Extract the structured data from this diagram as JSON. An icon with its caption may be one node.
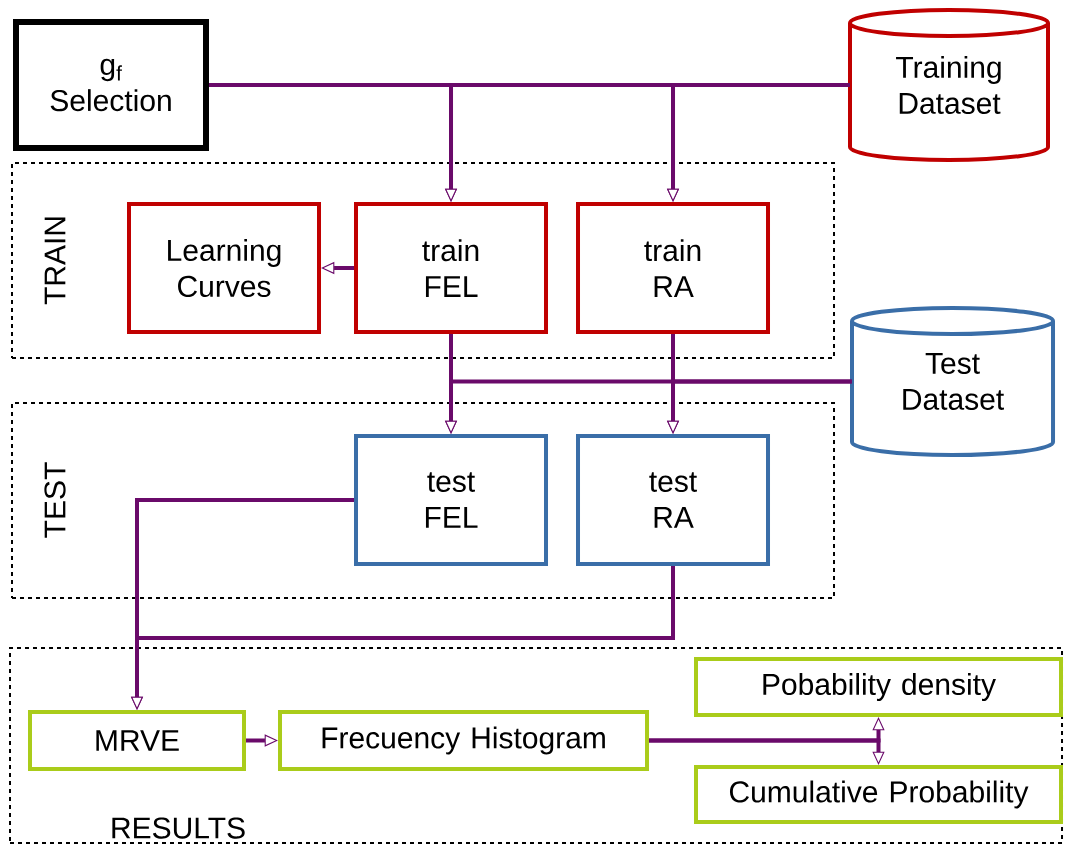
{
  "diagram": {
    "nodes": [
      {
        "text": [
          "g$_{f}$ Selection"
        ]
      },
      {
        "text": [
          "Training Dataset"
        ]
      },
      {
        "text": [
          "TRAIN"
        ]
      },
      {
        "text": [
          "Learning Curves"
        ],
        "in": 2
      },
      {
        "text": [
          "train FEL"
        ],
        "in": 2
      },
      {
        "text": [
          "train RA"
        ],
        "in": 2
      },
      {
        "text": [
          "Test Dataset"
        ]
      },
      {
        "text": [
          "TEST"
        ]
      },
      {
        "text": [
          "test FEL"
        ],
        "in": 7
      },
      {
        "text": [
          "test RA"
        ],
        "in": 7
      },
      {
        "text": [
          "RESULTS"
        ]
      },
      {
        "text": [
          "MRVE"
        ],
        "in": 10
      },
      {
        "text": [
          "Frecuency Histogram"
        ],
        "in": 10
      },
      {
        "text": [
          "Pobability density"
        ],
        "in": 10
      },
      {
        "text": [
          "Cumulative Probability"
        ],
        "in": 10
      }
    ],
    "edges": [
      {
        "from": 0,
        "to": 4,
        "arrow": "to"
      },
      {
        "from": 0,
        "to": 5,
        "arrow": "to"
      },
      {
        "from": 1,
        "to": 4,
        "arrow": "to"
      },
      {
        "from": 1,
        "to": 5,
        "arrow": "to"
      },
      {
        "from": 4,
        "to": 3,
        "arrow": "to"
      },
      {
        "from": 4,
        "to": 8,
        "arrow": "to"
      },
      {
        "from": 5,
        "to": 9,
        "arrow": "to"
      },
      {
        "from": 6,
        "to": 8,
        "arrow": "to"
      },
      {
        "from": 6,
        "to": 9,
        "arrow": "to"
      },
      {
        "from": 8,
        "to": 11,
        "arrow": "to"
      },
      {
        "from": 9,
        "to": 11,
        "arrow": "to"
      },
      {
        "from": 11,
        "to": 12,
        "arrow": "to"
      },
      {
        "from": 12,
        "to": 13,
        "arrow": "to"
      },
      {
        "from": 12,
        "to": 14,
        "arrow": "to"
      }
    ]
  }
}
